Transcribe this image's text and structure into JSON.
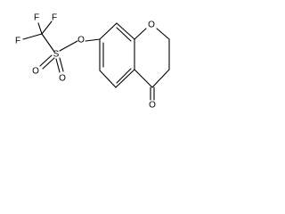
{
  "structure": {
    "atoms": [
      {
        "id": "F1",
        "label": "F"
      },
      {
        "id": "F2",
        "label": "F"
      },
      {
        "id": "F3",
        "label": "F"
      },
      {
        "id": "S",
        "label": "S"
      },
      {
        "id": "O_s1",
        "label": "O"
      },
      {
        "id": "O_s2",
        "label": "O"
      },
      {
        "id": "O_link",
        "label": "O"
      },
      {
        "id": "O_ring",
        "label": "O"
      },
      {
        "id": "O_keto",
        "label": "O"
      }
    ]
  }
}
